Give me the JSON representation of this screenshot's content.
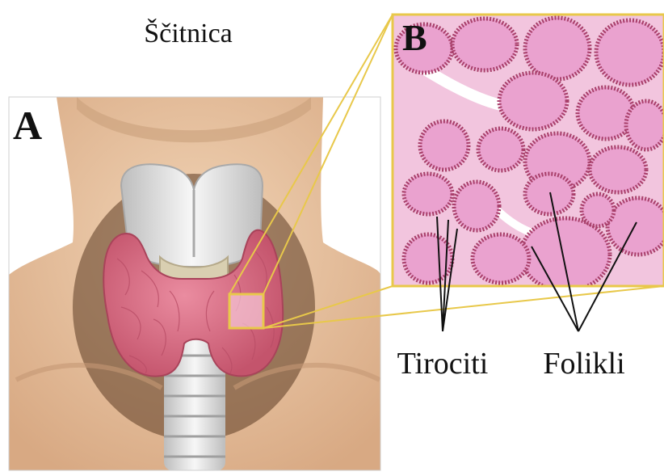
{
  "title": "Ščitnica",
  "panel_a": {
    "letter": "A"
  },
  "panel_b": {
    "letter": "B"
  },
  "labels": {
    "tirociti": "Tirociti",
    "folikli": "Folikli"
  },
  "colors": {
    "skin": "#e7c3a0",
    "skin_shadow": "#c99770",
    "thyroid": "#d8677f",
    "cartilage": "#e8e8e8",
    "zoom_frame": "#e8c84a",
    "histology_bg": "#f2c5de",
    "follicle": "#eaa2cf",
    "follicle_rim": "#a83f6a"
  }
}
